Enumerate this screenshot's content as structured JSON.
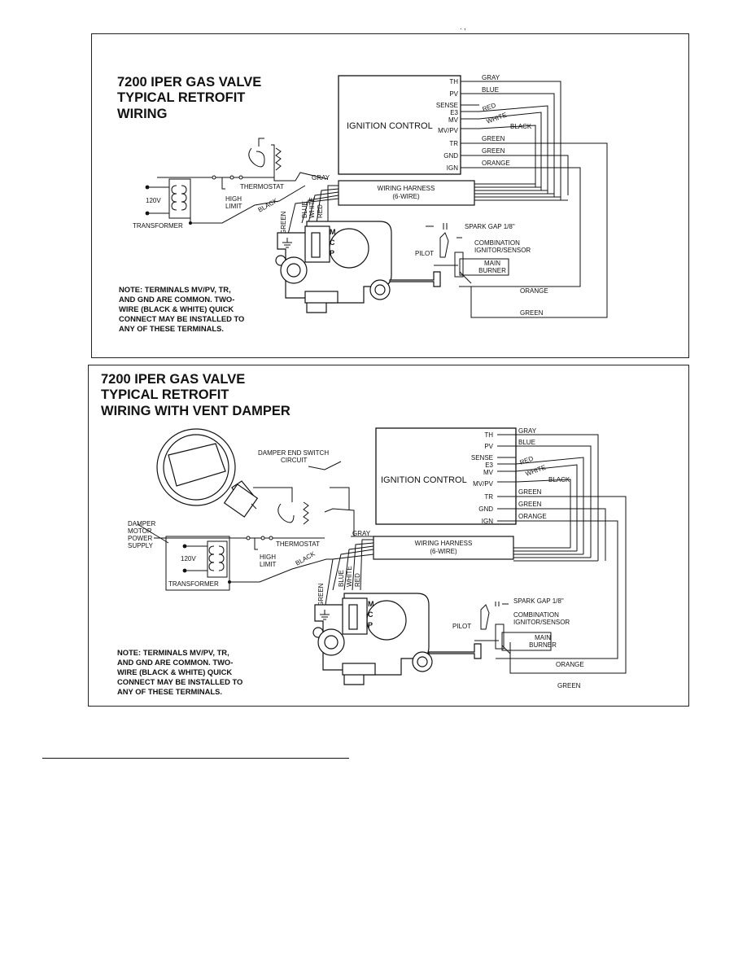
{
  "top_mark": ". ,",
  "diagram1": {
    "title": [
      "7200 IPER GAS VALVE",
      "TYPICAL RETROFIT",
      "WIRING"
    ],
    "ignition_control": {
      "name": "IGNITION CONTROL",
      "terminals": [
        "TH",
        "PV",
        "SENSE",
        "E3",
        "MV",
        "MV/PV",
        "TR",
        "GND",
        "IGN"
      ]
    },
    "wire_colors": [
      "GRAY",
      "BLUE",
      "RED",
      "WHITE",
      "BLACK",
      "GREEN",
      "GREEN",
      "ORANGE"
    ],
    "harness": [
      "WIRING HARNESS",
      "(6-WIRE)"
    ],
    "labels": {
      "thermostat": "THERMOSTAT",
      "gray": "GRAY",
      "black": "BLACK",
      "high_limit": [
        "HIGH",
        "LIMIT"
      ],
      "v120": "120V",
      "transformer": "TRANSFORMER",
      "green": "GREEN",
      "blue": "BLUE",
      "white": "WHITE",
      "red": "RED",
      "spark_gap": "SPARK GAP 1/8\"",
      "ignitor": [
        "COMBINATION",
        "IGNITOR/SENSOR"
      ],
      "pilot": "PILOT",
      "main_burner": [
        "MAIN",
        "BURNER"
      ],
      "orange_bottom": "ORANGE",
      "green_bottom": "GREEN"
    },
    "valve_letters": [
      "M",
      "C",
      "P"
    ],
    "note": [
      "NOTE: TERMINALS MV/PV, TR,",
      "AND GND ARE COMMON. TWO-",
      "WIRE (BLACK & WHITE) QUICK",
      "CONNECT MAY BE INSTALLED TO",
      "ANY OF THESE TERMINALS."
    ]
  },
  "diagram2": {
    "title": [
      "7200 IPER GAS VALVE",
      "TYPICAL RETROFIT",
      "WIRING WITH VENT DAMPER"
    ],
    "ignition_control": {
      "name": "IGNITION CONTROL",
      "terminals": [
        "TH",
        "PV",
        "SENSE",
        "E3",
        "MV",
        "MV/PV",
        "TR",
        "GND",
        "IGN"
      ]
    },
    "wire_colors": [
      "GRAY",
      "BLUE",
      "RED",
      "WHITE",
      "BLACK",
      "GREEN",
      "GREEN",
      "ORANGE"
    ],
    "harness": [
      "WIRING HARNESS",
      "(6-WIRE)"
    ],
    "labels": {
      "damper_switch": [
        "DAMPER END SWITCH",
        "CIRCUIT"
      ],
      "damper_motor": [
        "DAMPER",
        "MOTOR",
        "POWER",
        "SUPPLY"
      ],
      "thermostat": "THERMOSTAT",
      "gray": "GRAY",
      "black": "BLACK",
      "high_limit": [
        "HIGH",
        "LIMIT"
      ],
      "v120": "120V",
      "transformer": "TRANSFORMER",
      "green": "GREEN",
      "blue": "BLUE",
      "white": "WHITE",
      "red": "RED",
      "spark_gap": "SPARK GAP 1/8\"",
      "ignitor": [
        "COMBINATION",
        "IGNITOR/SENSOR"
      ],
      "pilot": "PILOT",
      "main_burner": [
        "MAIN",
        "BURNER"
      ],
      "orange_bottom": "ORANGE",
      "green_bottom": "GREEN"
    },
    "valve_letters": [
      "M",
      "C",
      "P"
    ],
    "note": [
      "NOTE: TERMINALS MV/PV, TR,",
      "AND GND ARE COMMON. TWO-",
      "WIRE (BLACK & WHITE) QUICK",
      "CONNECT MAY BE INSTALLED TO",
      "ANY OF THESE TERMINALS."
    ]
  }
}
